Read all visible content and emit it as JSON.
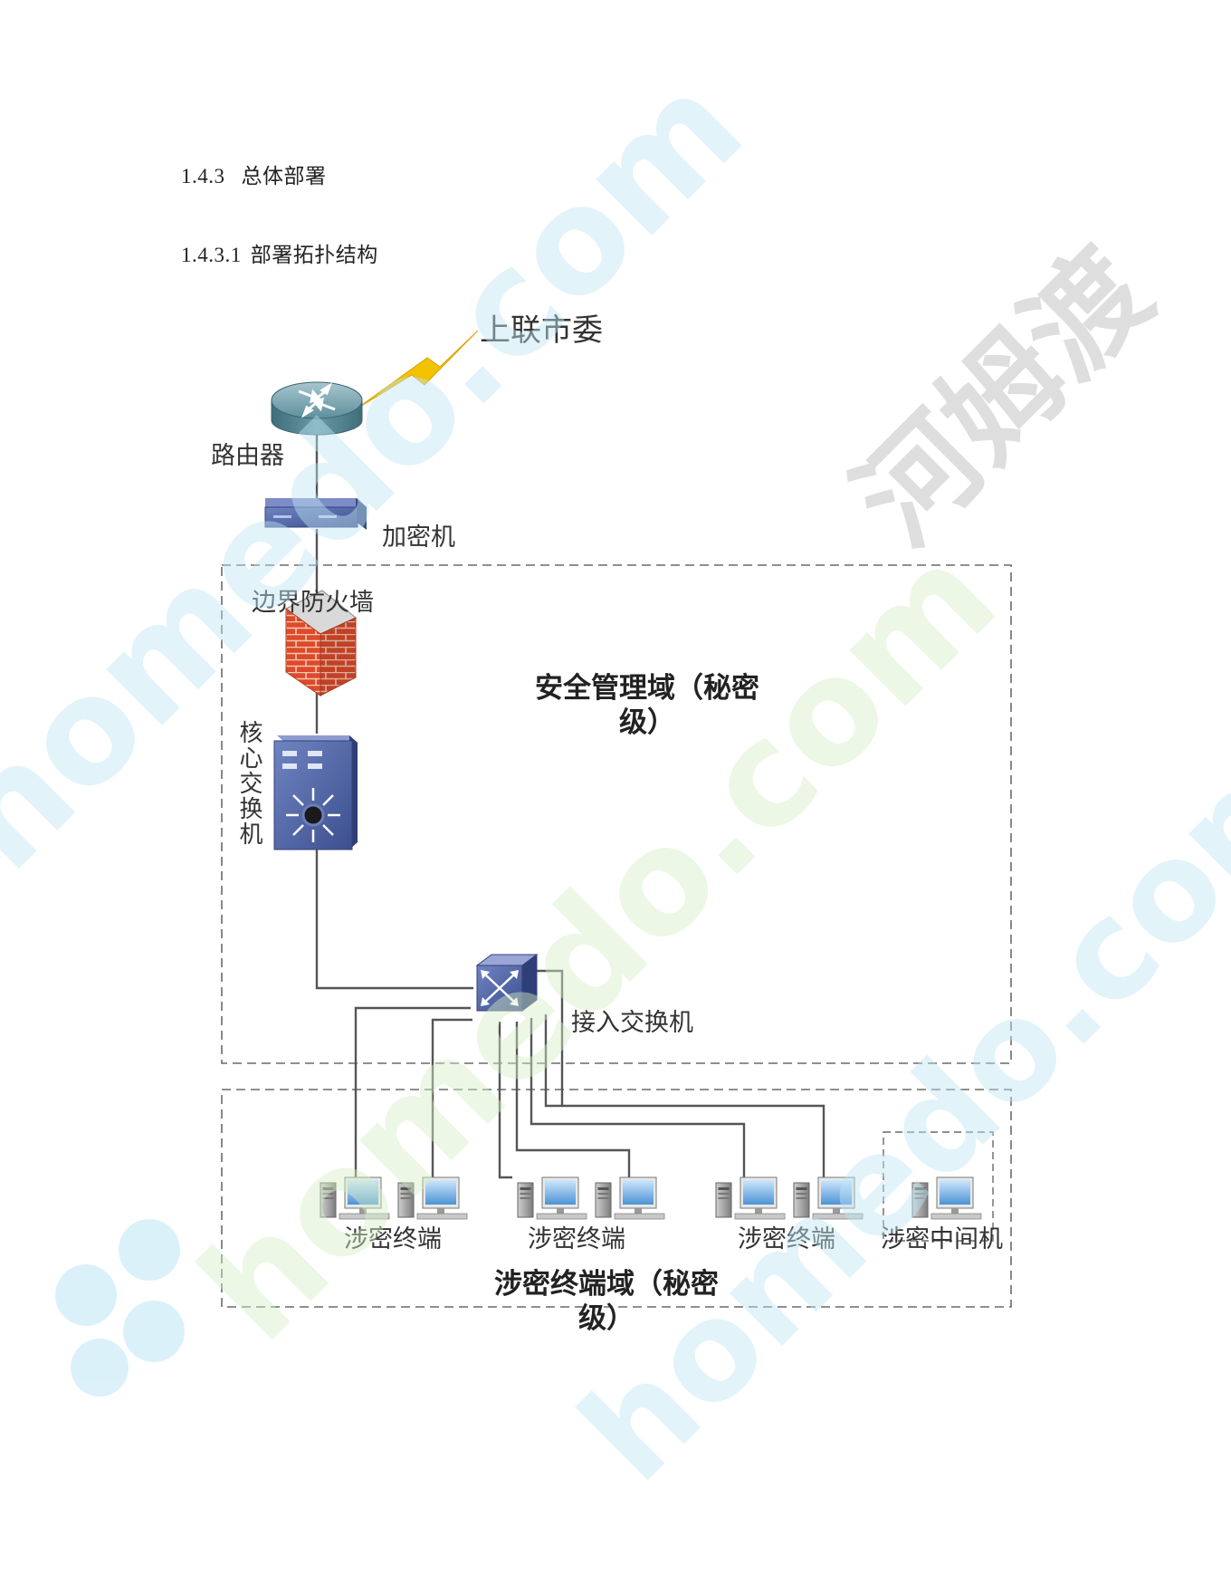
{
  "headings": {
    "section": {
      "num": "1.4.3",
      "text": "总体部署"
    },
    "subsection": {
      "num": "1.4.3.1",
      "text": "部署拓扑结构"
    }
  },
  "labels": {
    "upstream": "上联市委",
    "router": "路由器",
    "encryptor": "加密机",
    "firewall": "边界防火墙",
    "core_switch": "核心交换机",
    "access_switch": "接入交换机",
    "terminals_a": "涉密终端",
    "terminals_b": "涉密终端",
    "terminals_c": "涉密终端",
    "intermediate": "涉密中间机",
    "security_domain": "安全管理域（秘密级）",
    "terminal_domain": "涉密终端域（秘密级）"
  },
  "watermarks": {
    "cn": "河姆渡",
    "en": "homedo.com"
  },
  "colors": {
    "line": "#555555",
    "dash": "#6a6a6a",
    "device_blue": "#4a5fa0",
    "firewall_red": "#d8452a",
    "bolt": "#f2c200"
  }
}
